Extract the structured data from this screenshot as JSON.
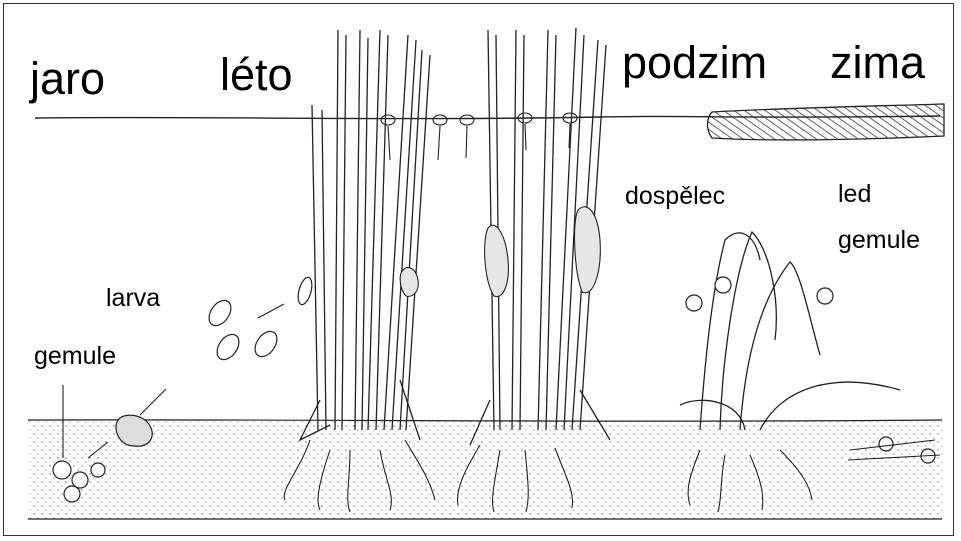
{
  "seasons": {
    "spring": "jaro",
    "summer": "léto",
    "autumn": "podzim",
    "winter": "zima"
  },
  "labels": {
    "gemmule_spring": "gemule",
    "larva": "larva",
    "adult": "dospělec",
    "ice": "led",
    "gemmule_winter": "gemule"
  },
  "colors": {
    "line": "#222222",
    "soil_dots": "#555555",
    "frame": "#333333"
  }
}
